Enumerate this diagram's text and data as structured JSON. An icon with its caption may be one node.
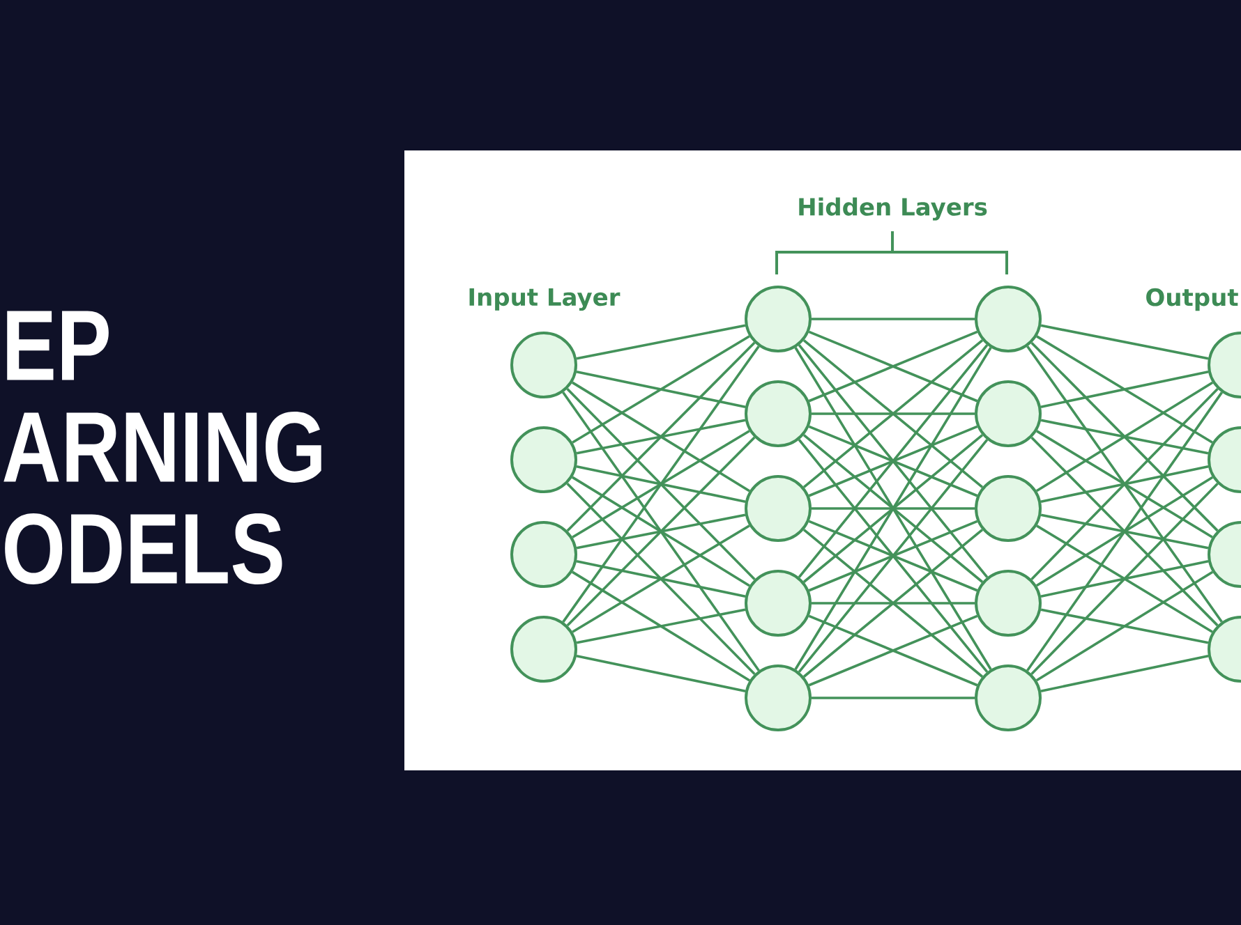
{
  "diagram": {
    "title": "EP ARNING ODELS",
    "nodes": [
      {
        "text": [],
        "shape": "circle"
      },
      {
        "text": [],
        "shape": "circle"
      },
      {
        "text": [],
        "shape": "circle"
      },
      {
        "text": [],
        "shape": "circle"
      },
      {
        "text": [],
        "shape": "circle"
      },
      {
        "text": [],
        "shape": "circle"
      },
      {
        "text": [],
        "shape": "circle"
      },
      {
        "text": [],
        "shape": "circle"
      },
      {
        "text": [],
        "shape": "circle"
      },
      {
        "text": [],
        "shape": "circle"
      },
      {
        "text": [],
        "shape": "circle"
      },
      {
        "text": [],
        "shape": "circle"
      },
      {
        "text": [],
        "shape": "circle"
      },
      {
        "text": [],
        "shape": "circle"
      },
      {
        "text": [],
        "shape": "circle"
      },
      {
        "text": [],
        "shape": "circle"
      },
      {
        "text": [],
        "shape": "circle"
      },
      {
        "text": [],
        "shape": "circle"
      }
    ],
    "edges": [
      {
        "from": 0,
        "to": 4,
        "arrow": "none"
      },
      {
        "from": 0,
        "to": 5,
        "arrow": "none"
      },
      {
        "from": 0,
        "to": 6,
        "arrow": "none"
      },
      {
        "from": 0,
        "to": 7,
        "arrow": "none"
      },
      {
        "from": 0,
        "to": 8,
        "arrow": "none"
      },
      {
        "from": 1,
        "to": 4,
        "arrow": "none"
      },
      {
        "from": 1,
        "to": 5,
        "arrow": "none"
      },
      {
        "from": 1,
        "to": 6,
        "arrow": "none"
      },
      {
        "from": 1,
        "to": 7,
        "arrow": "none"
      },
      {
        "from": 1,
        "to": 8,
        "arrow": "none"
      },
      {
        "from": 2,
        "to": 4,
        "arrow": "none"
      },
      {
        "from": 2,
        "to": 5,
        "arrow": "none"
      },
      {
        "from": 2,
        "to": 6,
        "arrow": "none"
      },
      {
        "from": 2,
        "to": 7,
        "arrow": "none"
      },
      {
        "from": 2,
        "to": 8,
        "arrow": "none"
      },
      {
        "from": 3,
        "to": 4,
        "arrow": "none"
      },
      {
        "from": 3,
        "to": 5,
        "arrow": "none"
      },
      {
        "from": 3,
        "to": 6,
        "arrow": "none"
      },
      {
        "from": 3,
        "to": 7,
        "arrow": "none"
      },
      {
        "from": 3,
        "to": 8,
        "arrow": "none"
      },
      {
        "from": 4,
        "to": 9,
        "arrow": "none"
      },
      {
        "from": 4,
        "to": 10,
        "arrow": "none"
      },
      {
        "from": 4,
        "to": 11,
        "arrow": "none"
      },
      {
        "from": 4,
        "to": 12,
        "arrow": "none"
      },
      {
        "from": 4,
        "to": 13,
        "arrow": "none"
      },
      {
        "from": 5,
        "to": 9,
        "arrow": "none"
      },
      {
        "from": 5,
        "to": 10,
        "arrow": "none"
      },
      {
        "from": 5,
        "to": 11,
        "arrow": "none"
      },
      {
        "from": 5,
        "to": 12,
        "arrow": "none"
      },
      {
        "from": 5,
        "to": 13,
        "arrow": "none"
      },
      {
        "from": 6,
        "to": 9,
        "arrow": "none"
      },
      {
        "from": 6,
        "to": 10,
        "arrow": "none"
      },
      {
        "from": 6,
        "to": 11,
        "arrow": "none"
      },
      {
        "from": 6,
        "to": 12,
        "arrow": "none"
      },
      {
        "from": 6,
        "to": 13,
        "arrow": "none"
      },
      {
        "from": 7,
        "to": 9,
        "arrow": "none"
      },
      {
        "from": 7,
        "to": 10,
        "arrow": "none"
      },
      {
        "from": 7,
        "to": 11,
        "arrow": "none"
      },
      {
        "from": 7,
        "to": 12,
        "arrow": "none"
      },
      {
        "from": 7,
        "to": 13,
        "arrow": "none"
      },
      {
        "from": 8,
        "to": 9,
        "arrow": "none"
      },
      {
        "from": 8,
        "to": 10,
        "arrow": "none"
      },
      {
        "from": 8,
        "to": 11,
        "arrow": "none"
      },
      {
        "from": 8,
        "to": 12,
        "arrow": "none"
      },
      {
        "from": 8,
        "to": 13,
        "arrow": "none"
      },
      {
        "from": 9,
        "to": 14,
        "arrow": "none"
      },
      {
        "from": 9,
        "to": 15,
        "arrow": "none"
      },
      {
        "from": 9,
        "to": 16,
        "arrow": "none"
      },
      {
        "from": 9,
        "to": 17,
        "arrow": "none"
      },
      {
        "from": 10,
        "to": 14,
        "arrow": "none"
      },
      {
        "from": 10,
        "to": 15,
        "arrow": "none"
      },
      {
        "from": 10,
        "to": 16,
        "arrow": "none"
      },
      {
        "from": 10,
        "to": 17,
        "arrow": "none"
      },
      {
        "from": 11,
        "to": 14,
        "arrow": "none"
      },
      {
        "from": 11,
        "to": 15,
        "arrow": "none"
      },
      {
        "from": 11,
        "to": 16,
        "arrow": "none"
      },
      {
        "from": 11,
        "to": 17,
        "arrow": "none"
      },
      {
        "from": 12,
        "to": 14,
        "arrow": "none"
      },
      {
        "from": 12,
        "to": 15,
        "arrow": "none"
      },
      {
        "from": 12,
        "to": 16,
        "arrow": "none"
      },
      {
        "from": 12,
        "to": 17,
        "arrow": "none"
      },
      {
        "from": 13,
        "to": 14,
        "arrow": "none"
      },
      {
        "from": 13,
        "to": 15,
        "arrow": "none"
      },
      {
        "from": 13,
        "to": 16,
        "arrow": "none"
      },
      {
        "from": 13,
        "to": 17,
        "arrow": "none"
      }
    ],
    "labels": [
      "Hidden Layers",
      "Input Layer",
      "Output"
    ]
  }
}
